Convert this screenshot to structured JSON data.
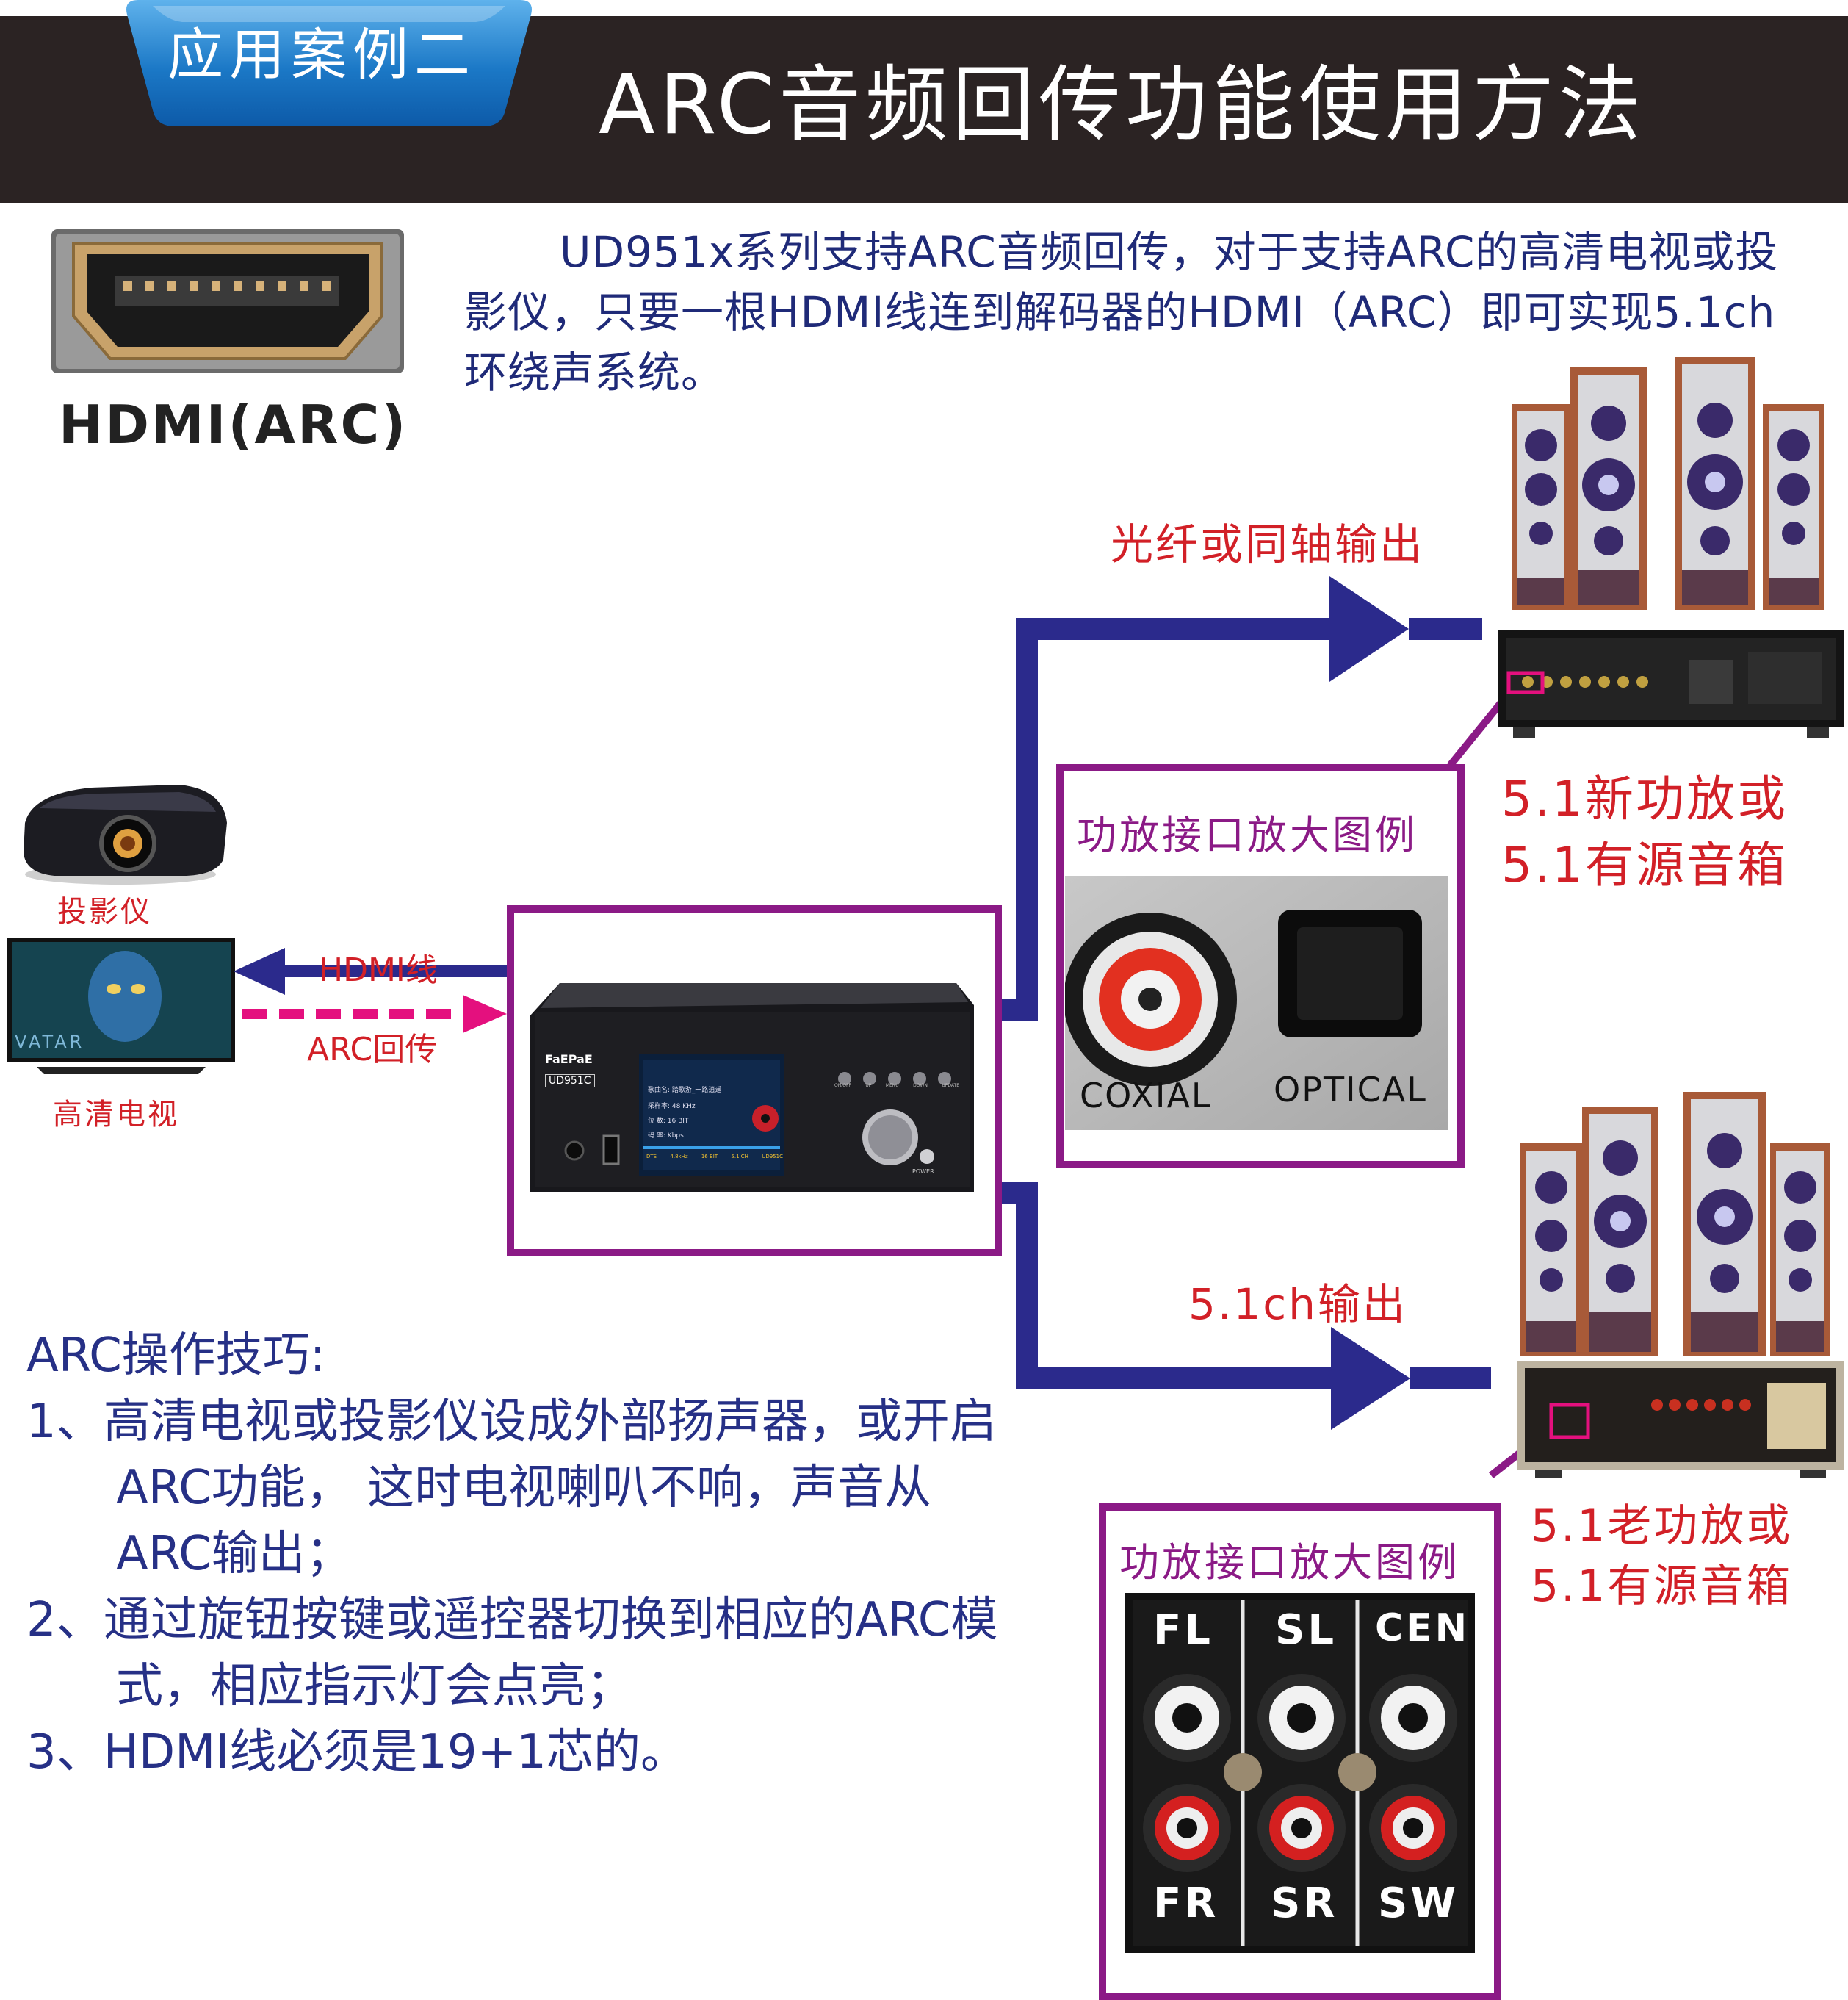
{
  "header": {
    "tab_label": "应用案例二",
    "title": "ARC音频回传功能使用方法",
    "colors": {
      "bar": "#2b2323",
      "tab": "#1b78c6"
    }
  },
  "intro": {
    "text": "UD951x系列支持ARC音频回传，对于支持ARC的高清电视或投影仪，只要一根HDMI线连到解码器的HDMI（ARC）即可实现5.1ch环绕声系统。"
  },
  "hdmi_port": {
    "label": "HDMI(ARC)",
    "icon": "hdmi-port-icon"
  },
  "sources": {
    "projector_label": "投影仪",
    "tv_label": "高清电视"
  },
  "links": {
    "hdmi_cable": "HDMI线",
    "arc_return": "ARC回传"
  },
  "device": {
    "brand": "FaEPaE",
    "model": "UD951C",
    "screen_info": [
      "歌曲名: 踏歌游_一路逍遥",
      "采样率: 48 KHz",
      "位    数: 16 BIT",
      "码    率: Kbps"
    ],
    "status_bar": [
      "DTS",
      "4.8kHz",
      "16 BIT",
      "5.1 CH",
      "UD951C"
    ],
    "buttons": [
      "ON/OFF",
      "UP",
      "MENU",
      "DOWN",
      "UPDATE"
    ],
    "power_label": "POWER"
  },
  "outputs": {
    "optical_coax": "光纤或同轴输出",
    "ch51": "5.1ch输出"
  },
  "upper_zoom": {
    "title": "功放接口放大图例",
    "coax_label": "COXIAL",
    "optical_label": "OPTICAL"
  },
  "lower_zoom": {
    "title": "功放接口放大图例",
    "top_labels": [
      "FL",
      "SL",
      "CEN"
    ],
    "bottom_labels": [
      "FR",
      "SR",
      "SW"
    ]
  },
  "upper_amp": {
    "line1": "5.1新功放或",
    "line2": "5.1有源音箱"
  },
  "lower_amp": {
    "line1": "5.1老功放或",
    "line2": "5.1有源音箱"
  },
  "tips": {
    "title": "ARC操作技巧:",
    "items": [
      "1、高清电视或投影仪设成外部扬声器，或开启ARC功能， 这时电视喇叭不响，声音从ARC输出；",
      "2、通过旋钮按键或遥控器切换到相应的ARC模式，相应指示灯会点亮；",
      "3、HDMI线必须是19+1芯的。"
    ]
  },
  "colors": {
    "arrow": "#2b2a8c",
    "pink": "#e4107e",
    "frame": "#8b1a86",
    "red": "#d22027",
    "text_blue": "#263086"
  }
}
